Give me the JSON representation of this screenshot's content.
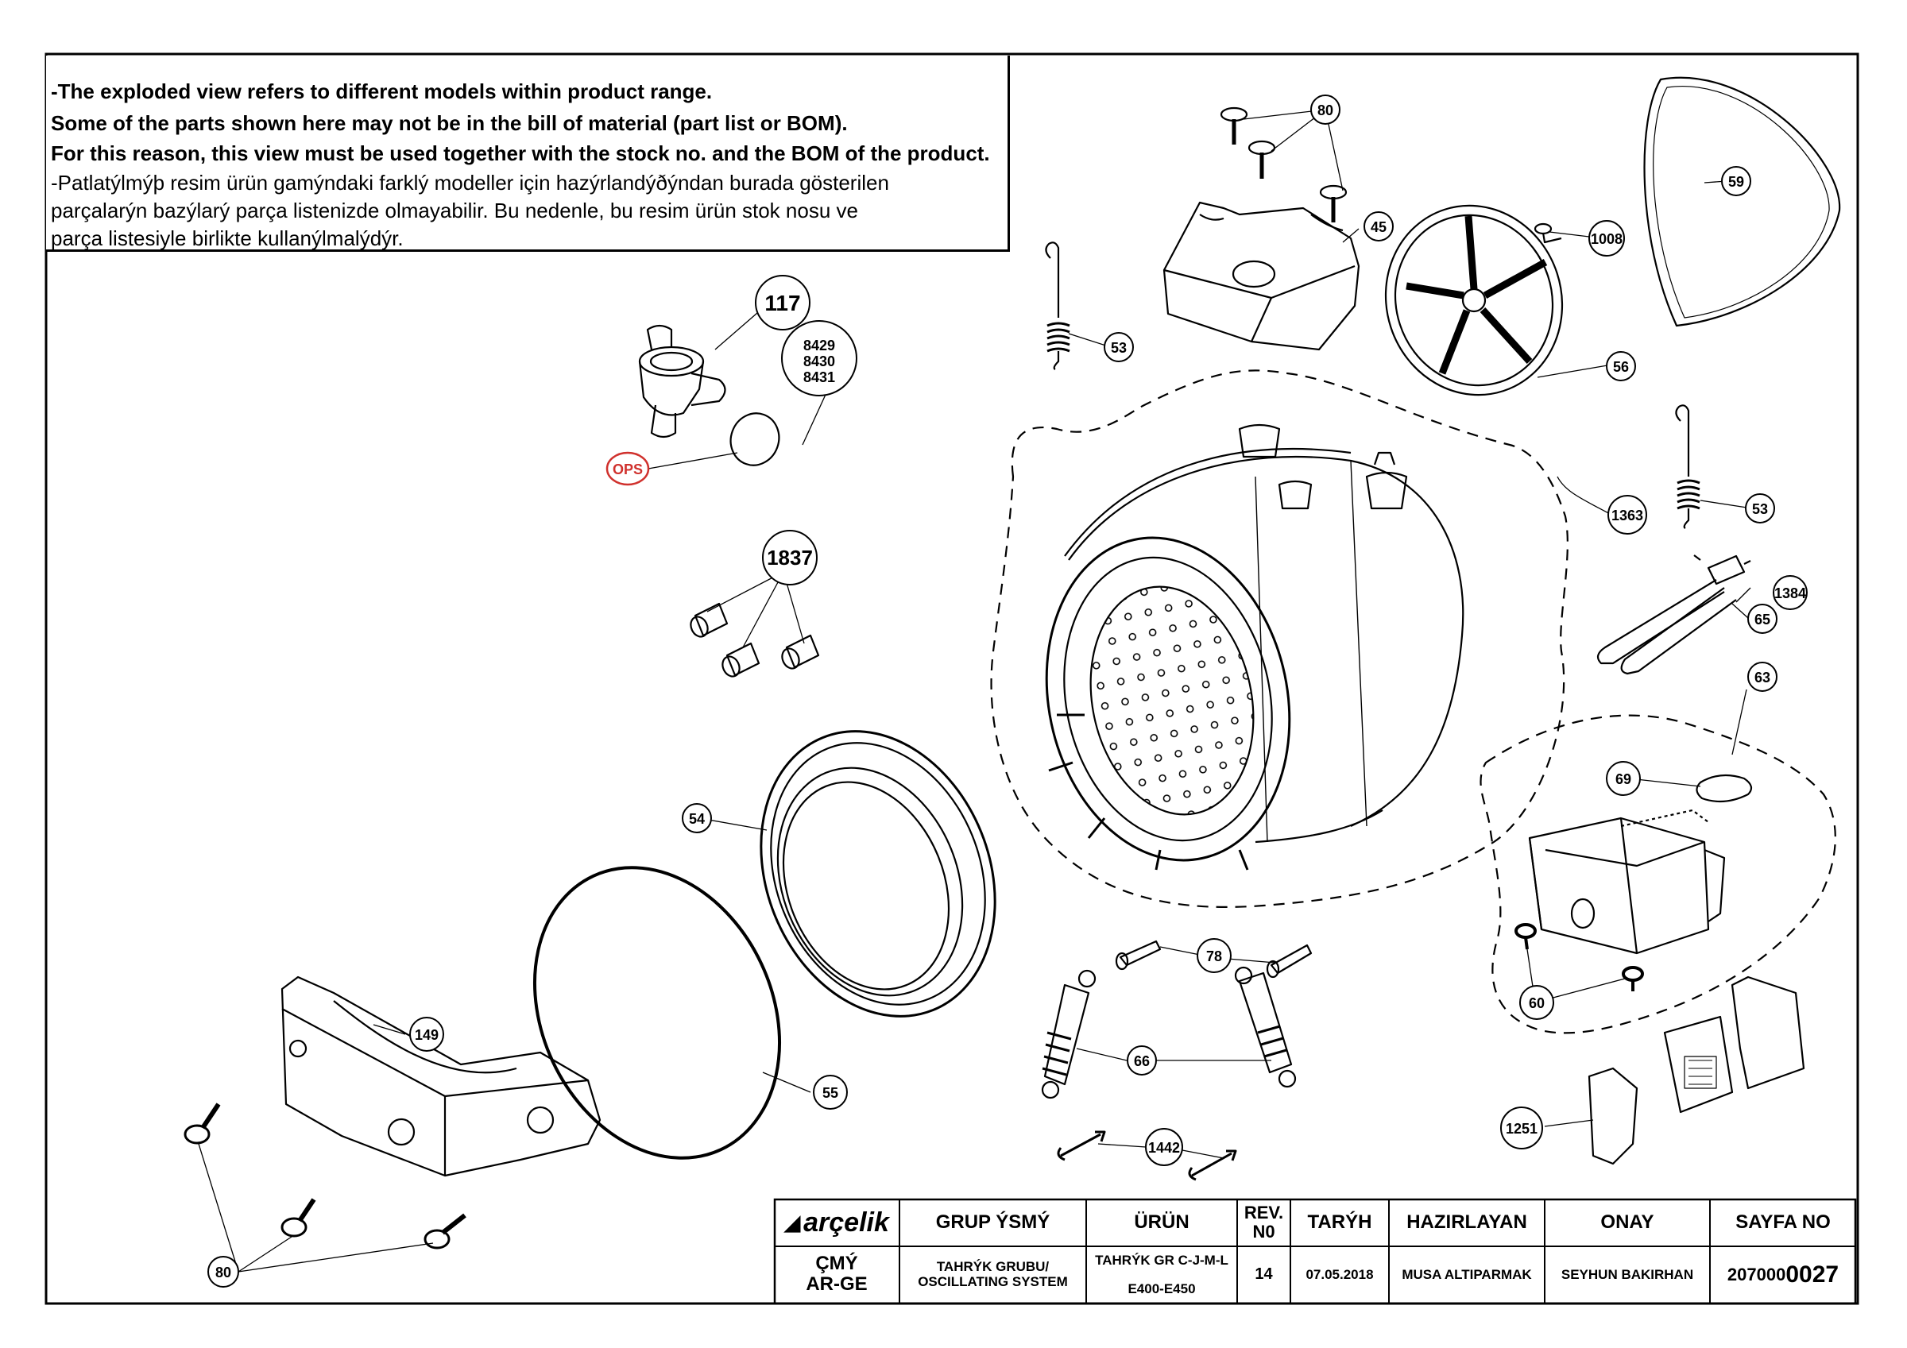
{
  "notes": {
    "line1": "-The exploded view refers to different models within product range.",
    "line2": "Some of the parts shown here may not be in the bill of material (part list or BOM).",
    "line3": "For this reason, this view must be used together with the stock no. and the BOM of the product.",
    "line4": "-Patlatýlmýþ resim ürün gamýndaki farklý modeller için hazýrlandýðýndan burada gösterilen",
    "line5": "parçalarýn bazýlarý parça listenizde olmayabilir. Bu nedenle, bu resim ürün stok nosu ve",
    "line6": "parça listesiyle birlikte kullanýlmalýdýr."
  },
  "callouts": {
    "c80a": "80",
    "c45": "45",
    "c59": "59",
    "c1008": "1008",
    "c56": "56",
    "c53a": "53",
    "c53b": "53",
    "c117": "117",
    "c8429": "8429",
    "c8430": "8430",
    "c8431": "8431",
    "ops": "OPS",
    "c1837": "1837",
    "c1363": "1363",
    "c1384": "1384",
    "c65": "65",
    "c63": "63",
    "c69": "69",
    "c54": "54",
    "c78": "78",
    "c60": "60",
    "c149": "149",
    "c66": "66",
    "c55": "55",
    "c1251": "1251",
    "c1442": "1442",
    "c80b": "80"
  },
  "title_block": {
    "logo": "arçelik",
    "headers": {
      "group_name": "GRUP ÝSMÝ",
      "product": "ÜRÜN",
      "rev": "REV. N0",
      "date": "TARÝH",
      "prepared_by": "HAZIRLAYAN",
      "approval": "ONAY",
      "page_no": "SAYFA NO"
    },
    "values": {
      "dept_line1": "ÇMÝ",
      "dept_line2": "AR-GE",
      "group_line1": "TAHRÝK GRUBU/",
      "group_line2": "OSCILLATING SYSTEM",
      "product_line1": "TAHRÝK GR C-J-M-L",
      "product_line2": "E400-E450",
      "rev": "14",
      "date": "07.05.2018",
      "prepared_by": "MUSA ALTIPARMAK",
      "approval": "SEYHUN BAKIRHAN",
      "page_prefix": "207000",
      "page_suffix": "0027"
    }
  },
  "colors": {
    "line": "#000000",
    "ops_accent": "#d0312d"
  }
}
